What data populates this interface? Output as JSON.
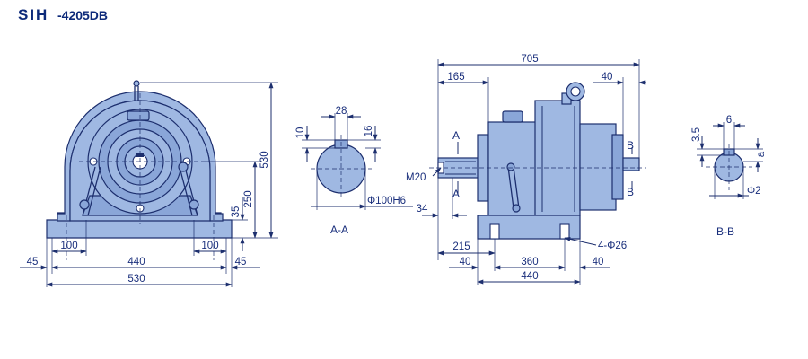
{
  "title": {
    "main": "SIH",
    "sub": "-4205DB"
  },
  "front_view": {
    "dims": {
      "height_total": "530",
      "height_shaft": "250",
      "height_foot": "35",
      "foot_left": "100",
      "foot_right": "100",
      "base_inner": "440",
      "base_overhang_left": "45",
      "base_overhang_right": "45",
      "base_total": "530"
    }
  },
  "section_aa": {
    "caption": "A-A",
    "dims": {
      "key_width": "28",
      "key_depth": "10",
      "key_height": "16",
      "shaft_dia": "Φ100H6"
    }
  },
  "side_view": {
    "dims": {
      "length_total": "705",
      "input_length": "165",
      "output_offset": "40",
      "thread": "M20",
      "shaft_step": "34",
      "bolt_spacing": "215",
      "base_left": "40",
      "base_mid": "360",
      "base_right": "40",
      "base_total": "440",
      "holes": "4-Φ26"
    },
    "markers": {
      "a_top": "A",
      "a_bottom": "A",
      "b_top": "B",
      "b_bottom": "B"
    }
  },
  "section_bb": {
    "caption": "B-B",
    "dims": {
      "key_width": "6",
      "key_depth": "3.5",
      "key_height": "a",
      "shaft_dia": "Φ2"
    }
  }
}
